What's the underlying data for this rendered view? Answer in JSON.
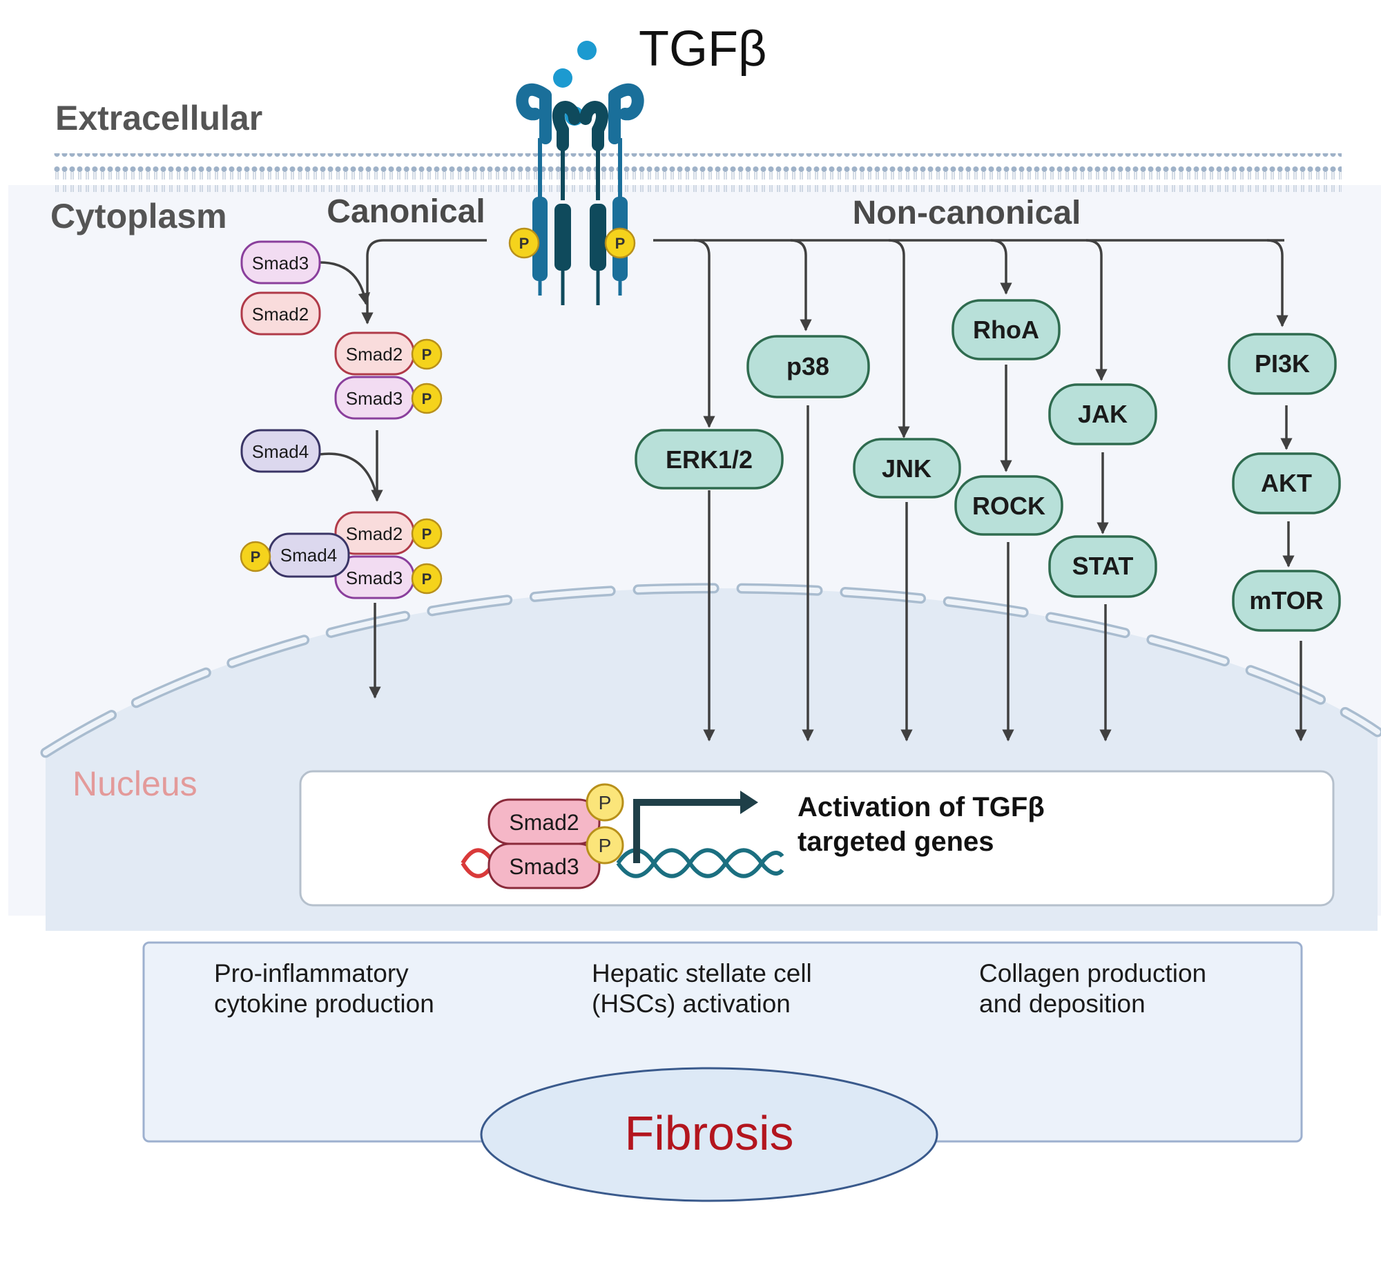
{
  "ligand": {
    "label": "TGFβ"
  },
  "regions": {
    "extracellular": "Extracellular",
    "cytoplasm": "Cytoplasm",
    "nucleus": "Nucleus"
  },
  "pathways": {
    "canonical": "Canonical",
    "non_canonical": "Non-canonical"
  },
  "phospho": "P",
  "smads": {
    "smad2": "Smad2",
    "smad3": "Smad3",
    "smad4": "Smad4"
  },
  "kinases": {
    "erk": "ERK1/2",
    "p38": "p38",
    "jnk": "JNK",
    "rhoa": "RhoA",
    "rock": "ROCK",
    "jak": "JAK",
    "stat": "STAT",
    "pi3k": "PI3K",
    "akt": "AKT",
    "mtor": "mTOR"
  },
  "activation": {
    "line1": "Activation of TGFβ",
    "line2": "targeted genes"
  },
  "outcomes": [
    {
      "line1": "Pro-inflammatory",
      "line2": "cytokine production"
    },
    {
      "line1": "Hepatic stellate cell",
      "line2": "(HSCs) activation"
    },
    {
      "line1": "Collagen production",
      "line2": "and deposition"
    }
  ],
  "result": {
    "label": "Fibrosis"
  },
  "colors": {
    "kinase_fill": "#b8e0d9",
    "kinase_stroke": "#2f6b4f",
    "smad2_fill": "#f9dcdc",
    "smad2_stroke": "#b03a48",
    "smad3_fill": "#f2dcf2",
    "smad3_stroke": "#8a3f9c",
    "smad4_fill": "#dcd8ee",
    "smad4_stroke": "#3a3566",
    "phospho_fill": "#f5d31c",
    "receptor": "#1a6f9a",
    "receptor_dark": "#0f4a5c",
    "fibrosis_text": "#b3151e",
    "nucleus_label": "#e39a9a"
  }
}
